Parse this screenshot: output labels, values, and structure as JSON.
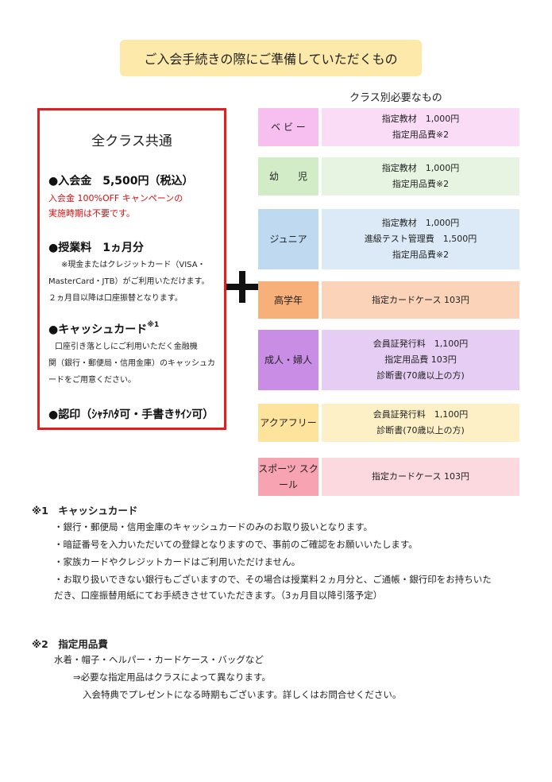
{
  "title": "ご入会手続きの際にご準備していただくもの",
  "common": {
    "title": "全クラス共通",
    "admission_head": "●入会金　5,500円（税込）",
    "admission_campaign_1": "入会金 100%OFF キャンペーンの",
    "admission_campaign_2": "実施時期は不要です。",
    "tuition_head": "●授業料　1ヵ月分",
    "tuition_note_1": "※現金またはクレジットカード（VISA・",
    "tuition_note_2": "MasterCard・JTB）がご利用いただけます。",
    "tuition_note_3": "２ヵ月目以降は口座振替となります。",
    "cash_card_head": "●キャッシュカード",
    "cash_card_mark": "※1",
    "cash_card_note_1": "口座引き落としにご利用いただく金融機",
    "cash_card_note_2": "関（銀行・郵便局・信用金庫）のキャッシュカ",
    "cash_card_note_3": "ードをご用意ください。",
    "seal_head": "●認印（ｼｬﾁﾊﾀ可・手書きｻｲﾝ可）"
  },
  "class_header": "クラス別必要なもの",
  "classes": [
    {
      "label": "ベ ビ ー",
      "items": [
        "指定教材　1,000円",
        "指定用品費※2"
      ],
      "left_color": "#f6bff0",
      "right_color": "#fbdcf6"
    },
    {
      "label": "幼　　児",
      "items": [
        "指定教材　1,000円",
        "指定用品費※2"
      ],
      "left_color": "#d3ecc8",
      "right_color": "#e7f4e1"
    },
    {
      "label": "ジュニア",
      "items": [
        "指定教材　1,000円",
        "進級テスト管理費　1,500円",
        "指定用品費※2"
      ],
      "left_color": "#bfdaf0",
      "right_color": "#dbeaf6"
    },
    {
      "label": "高学年",
      "items": [
        "指定カードケース 103円"
      ],
      "left_color": "#f7b07a",
      "right_color": "#fbd3b8"
    },
    {
      "label": "成人・婦人",
      "items": [
        "会員証発行料　1,100円",
        "指定用品費 103円",
        "診断書(70歳以上の方)"
      ],
      "left_color": "#c98de6",
      "right_color": "#e6cdf3"
    },
    {
      "label": "アクアフリー",
      "items": [
        "会員証発行料　1,100円",
        "診断書(70歳以上の方)"
      ],
      "left_color": "#fde39c",
      "right_color": "#fdf0c7"
    },
    {
      "label": "スポーツ スクール",
      "items": [
        "指定カードケース 103円"
      ],
      "left_color": "#f7a3b1",
      "right_color": "#fcd8df"
    }
  ],
  "note1": {
    "head": "※1　キャッシュカード",
    "lines": [
      "・銀行・郵便局・信用金庫のキャッシュカードのみのお取り扱いとなります。",
      "・暗証番号を入力いただいての登録となりますので、事前のご確認をお願いいたします。",
      "・家族カードやクレジットカードはご利用いただけません。",
      "・お取り扱いできない銀行もございますので、その場合は授業料２ヵ月分と、ご通帳・銀行印をお持ちいた",
      "だき、口座振替用紙にてお手続きさせていただきます。（3ヵ月目以降引落予定）"
    ]
  },
  "note2": {
    "head": "※2　指定用品費",
    "line1": "水着・帽子・ヘルパー・カードケース・バッグなど",
    "line2": "⇒必要な指定用品はクラスによって異なります。",
    "line3": "入会特典でプレゼントになる時期もございます。詳しくはお問合せください。"
  }
}
